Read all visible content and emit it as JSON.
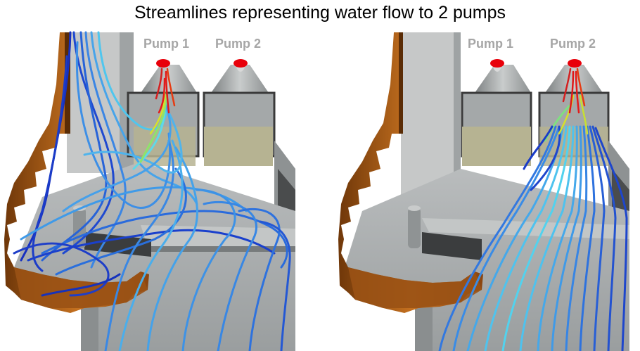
{
  "title": "Streamlines representing water flow to 2 pumps",
  "panels": [
    {
      "pump1_label": "Pump 1",
      "pump2_label": "Pump 2",
      "active_pump": "pump1"
    },
    {
      "pump1_label": "Pump 1",
      "pump2_label": "Pump 2",
      "active_pump": "pump2"
    }
  ],
  "colors": {
    "wall_copper": "#b8651c",
    "wall_copper_dark": "#7a3d0c",
    "concrete": "#a7abac",
    "concrete_dark": "#6b6f70",
    "screen_box": "#b3b08f",
    "pump_head": "#e8000a",
    "streamline_slow": "#1a33c8",
    "streamline_fast": "#49d6ea",
    "streamline_peak": "#e01818"
  }
}
